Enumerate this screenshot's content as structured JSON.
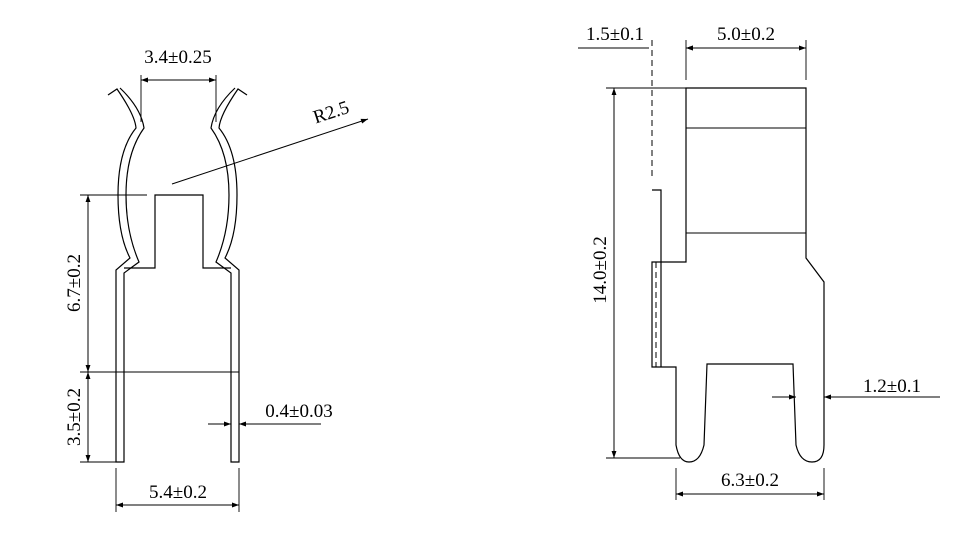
{
  "left_view": {
    "dimensions": {
      "top_gap": "3.4±0.25",
      "radius": "R2.5",
      "upper_height": "6.7±0.2",
      "lower_height": "3.5±0.2",
      "thickness": "0.4±0.03",
      "bottom_width": "5.4±0.2"
    }
  },
  "right_view": {
    "dimensions": {
      "offset": "1.5±0.1",
      "top_width": "5.0±0.2",
      "total_height": "14.0±0.2",
      "pin_width": "1.2±0.1",
      "pin_span": "6.3±0.2"
    }
  }
}
